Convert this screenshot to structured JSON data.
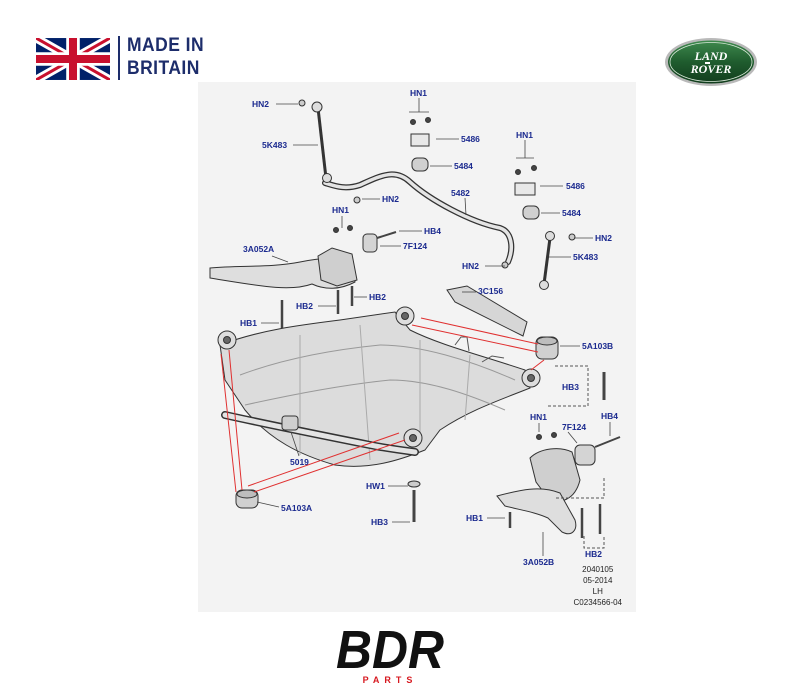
{
  "header": {
    "made_in_line1": "MADE IN",
    "made_in_line2": "BRITAIN",
    "brand_logo_line1": "LAND",
    "brand_logo_line2": "ROVER"
  },
  "diagram": {
    "callouts": {
      "hn2_top": "HN2",
      "link_5k483_left": "5K483",
      "hn1_a": "HN1",
      "part_5486_a": "5486",
      "part_5484_a": "5484",
      "hn1_b": "HN1",
      "part_5486_b": "5486",
      "part_5484_b": "5484",
      "hn2_mid": "HN2",
      "part_5482": "5482",
      "hn1_c": "HN1",
      "hb4_a": "HB4",
      "part_7f124_a": "7F124",
      "arm_3a052a": "3A052A",
      "hn2_right": "HN2",
      "hn2_lower": "HN2",
      "link_5k483_right": "5K483",
      "part_3c156": "3C156",
      "hb2_a": "HB2",
      "hb2_b": "HB2",
      "hb1_a": "HB1",
      "bush_5a103b": "5A103B",
      "hb3_a": "HB3",
      "hn1_d": "HN1",
      "hb4_b": "HB4",
      "part_7f124_b": "7F124",
      "bar_5019": "5019",
      "hw1": "HW1",
      "bush_5a103a": "5A103A",
      "hb3_b": "HB3",
      "hb1_b": "HB1",
      "arm_3a052b": "3A052B",
      "hb2_c": "HB2"
    },
    "code_lines": [
      "2040105",
      "05-2014",
      "LH",
      "C0234566-04"
    ]
  },
  "footer": {
    "brand_mark": "BDR",
    "brand_sub": "PARTS"
  },
  "colors": {
    "callout_blue": "#1b2a8f",
    "flag_blue": "#012169",
    "flag_red": "#c8102e",
    "logo_green": "#1f5c2e",
    "brand_red": "#d71920",
    "leader_red": "#e03030"
  }
}
